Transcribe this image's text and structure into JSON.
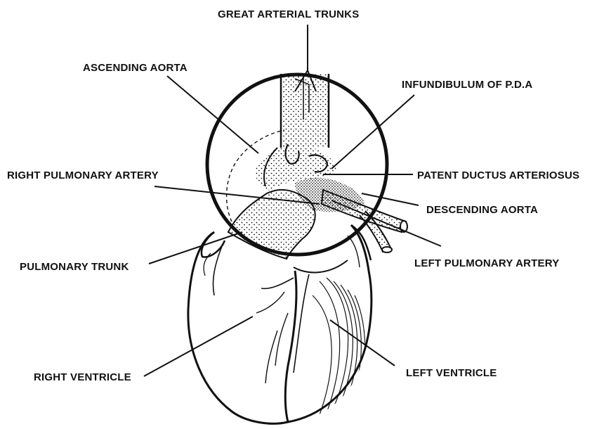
{
  "labels": {
    "great_arterial_trunks": "GREAT ARTERIAL TRUNKS",
    "ascending_aorta": "ASCENDING AORTA",
    "infundibulum_pda": "INFUNDIBULUM OF P.D.A",
    "right_pulmonary_artery": "RIGHT PULMONARY ARTERY",
    "patent_ductus_arteriosus": "PATENT DUCTUS ARTERIOSUS",
    "descending_aorta": "DESCENDING AORTA",
    "pulmonary_trunk": "PULMONARY TRUNK",
    "left_pulmonary_artery": "LEFT PULMONARY ARTERY",
    "right_ventricle": "RIGHT VENTRICLE",
    "left_ventricle": "LEFT VENTRICLE"
  },
  "colors": {
    "ink": "#111111",
    "background": "#ffffff"
  }
}
